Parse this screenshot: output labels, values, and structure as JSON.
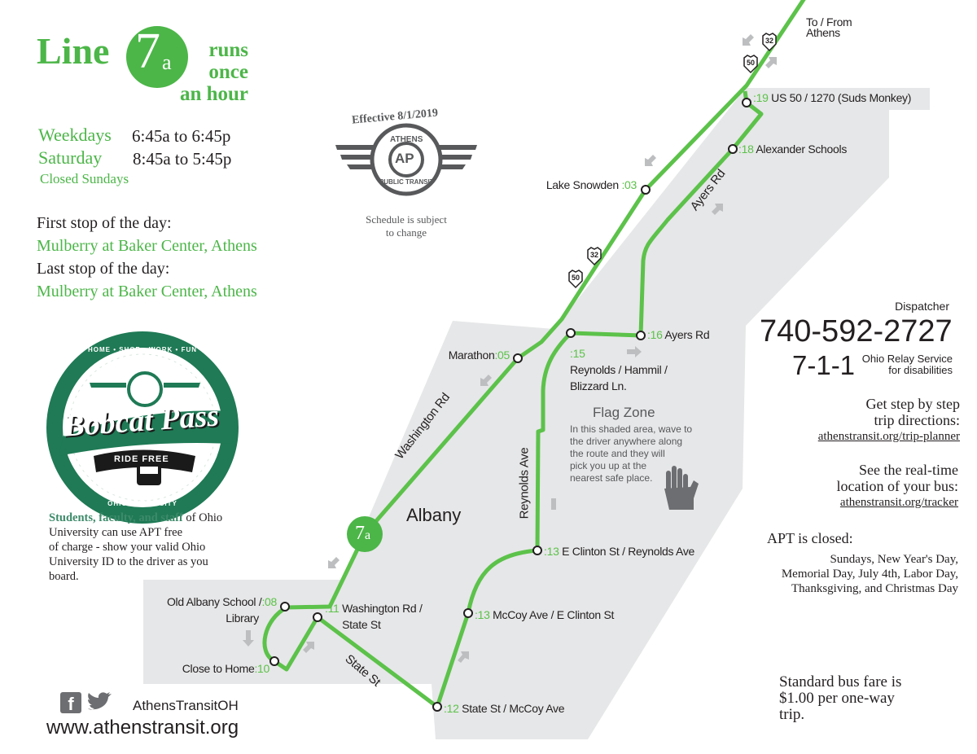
{
  "header": {
    "line_word": "Line",
    "line_badge_number": "7",
    "line_badge_letter": "a",
    "runs_lines": [
      "runs",
      "once",
      "an hour"
    ]
  },
  "hours": {
    "weekdays_label": "Weekdays",
    "weekdays_time": "6:45a to 6:45p",
    "saturday_label": "Saturday",
    "saturday_time": "8:45a to 5:45p",
    "closed": "Closed Sundays"
  },
  "stops_info": {
    "first_label": "First stop of the day:",
    "first_value": "Mulberry at Baker Center, Athens",
    "last_label": "Last stop of the day:",
    "last_value": "Mulberry at Baker Center, Athens"
  },
  "apt_logo": {
    "effective": "Effective 8/1/2019",
    "top_text": "ATHENS",
    "monogram": "AP",
    "bottom_text": "PUBLIC TRANSIT",
    "note_line1": "Schedule is subject",
    "note_line2": "to change"
  },
  "bobcat": {
    "ring_top": "HOME • SHOP • WORK • FUN",
    "title": "Bobcat Pass",
    "banner": "RIDE FREE",
    "ring_bottom": "OHIO UNIVERSITY",
    "text_highlight": "Students, faculty, and staff",
    "text_rest_1": " of Ohio",
    "text_lines": [
      "University can use APT free",
      "of charge - show your valid Ohio",
      "University ID to the driver as you",
      "board."
    ]
  },
  "social": {
    "icons": [
      "facebook-icon",
      "twitter-icon"
    ],
    "handle": "AthensTransitOH",
    "website": "www.athenstransit.org"
  },
  "contact": {
    "dispatcher_label": "Dispatcher",
    "phone": "740-592-2727",
    "relay_number": "7-1-1",
    "relay_line1": "Ohio Relay Service",
    "relay_line2": "for disabilities",
    "trip_line1": "Get step by step",
    "trip_line2": "trip directions:",
    "trip_link": "athenstransit.org/trip-planner",
    "tracker_line1": "See the real-time",
    "tracker_line2": "location of your bus:",
    "tracker_link": "athenstransit.org/tracker"
  },
  "closures": {
    "title": "APT is closed:",
    "lines": [
      "Sundays,  New Year's Day,",
      "Memorial Day, July 4th, Labor Day,",
      "Thanksgiving, and Christmas Day"
    ]
  },
  "fare": {
    "lines": [
      "Standard bus fare is",
      "$1.00 per one-way",
      "trip."
    ]
  },
  "map": {
    "colors": {
      "route": "#5cc24a",
      "zone": "#e6e7e8",
      "text_green": "#4cb648"
    },
    "to_from": [
      "To / From",
      "Athens"
    ],
    "town": "Albany",
    "roads": {
      "washington": "Washington  Rd",
      "ayers": "Ayers  Rd",
      "reynolds": "Reynolds  Ave",
      "state": "State  St"
    },
    "highway_shields": [
      "32",
      "50",
      "32",
      "50"
    ],
    "flag_zone": {
      "title": "Flag Zone",
      "lines": [
        "In this shaded area, wave to",
        "the driver anywhere along",
        "the route and they will",
        "pick you up at the",
        "nearest safe place."
      ],
      "icon": "hand-icon"
    },
    "stops": [
      {
        "name": "Lake Snowden",
        "time": ":03"
      },
      {
        "name": "Marathon",
        "time": ":05"
      },
      {
        "name": "Old Albany School /",
        "name2": "Library",
        "time": ":08"
      },
      {
        "name": "Close to Home",
        "time": ":10"
      },
      {
        "name": "Washington Rd /",
        "name2": "State St",
        "time": ":11"
      },
      {
        "name": "State St / McCoy Ave",
        "time": ":12"
      },
      {
        "name": "McCoy Ave / E Clinton St",
        "time": ":13"
      },
      {
        "name": "E Clinton St / Reynolds Ave",
        "time": ":13"
      },
      {
        "name": "Reynolds / Hammil /",
        "name2": "Blizzard Ln.",
        "time": ":15"
      },
      {
        "name": "Ayers Rd",
        "time": ":16"
      },
      {
        "name": "Alexander Schools",
        "time": ":18"
      },
      {
        "name": "US 50 / 1270 (Suds Monkey)",
        "time": ":19"
      }
    ]
  }
}
